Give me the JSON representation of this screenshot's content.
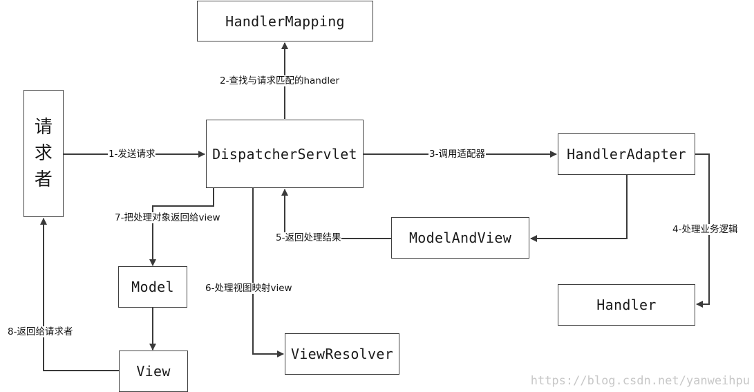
{
  "nodes": {
    "requester": [
      "请",
      "求",
      "者"
    ],
    "handler_mapping": "HandlerMapping",
    "dispatcher_servlet": "DispatcherServlet",
    "handler_adapter": "HandlerAdapter",
    "model_and_view": "ModelAndView",
    "handler": "Handler",
    "model": "Model",
    "view": "View",
    "view_resolver": "ViewResolver"
  },
  "edges": {
    "step1": "1-发送请求",
    "step2": "2-查找与请求匹配的handler",
    "step3": "3-调用适配器",
    "step4": "4-处理业务逻辑",
    "step5": "5-返回处理结果",
    "step6": "6-处理视图映射view",
    "step7": "7-把处理对象返回给view",
    "step8": "8-返回给请求者"
  },
  "watermark": "https://blog.csdn.net/yanweihpu"
}
